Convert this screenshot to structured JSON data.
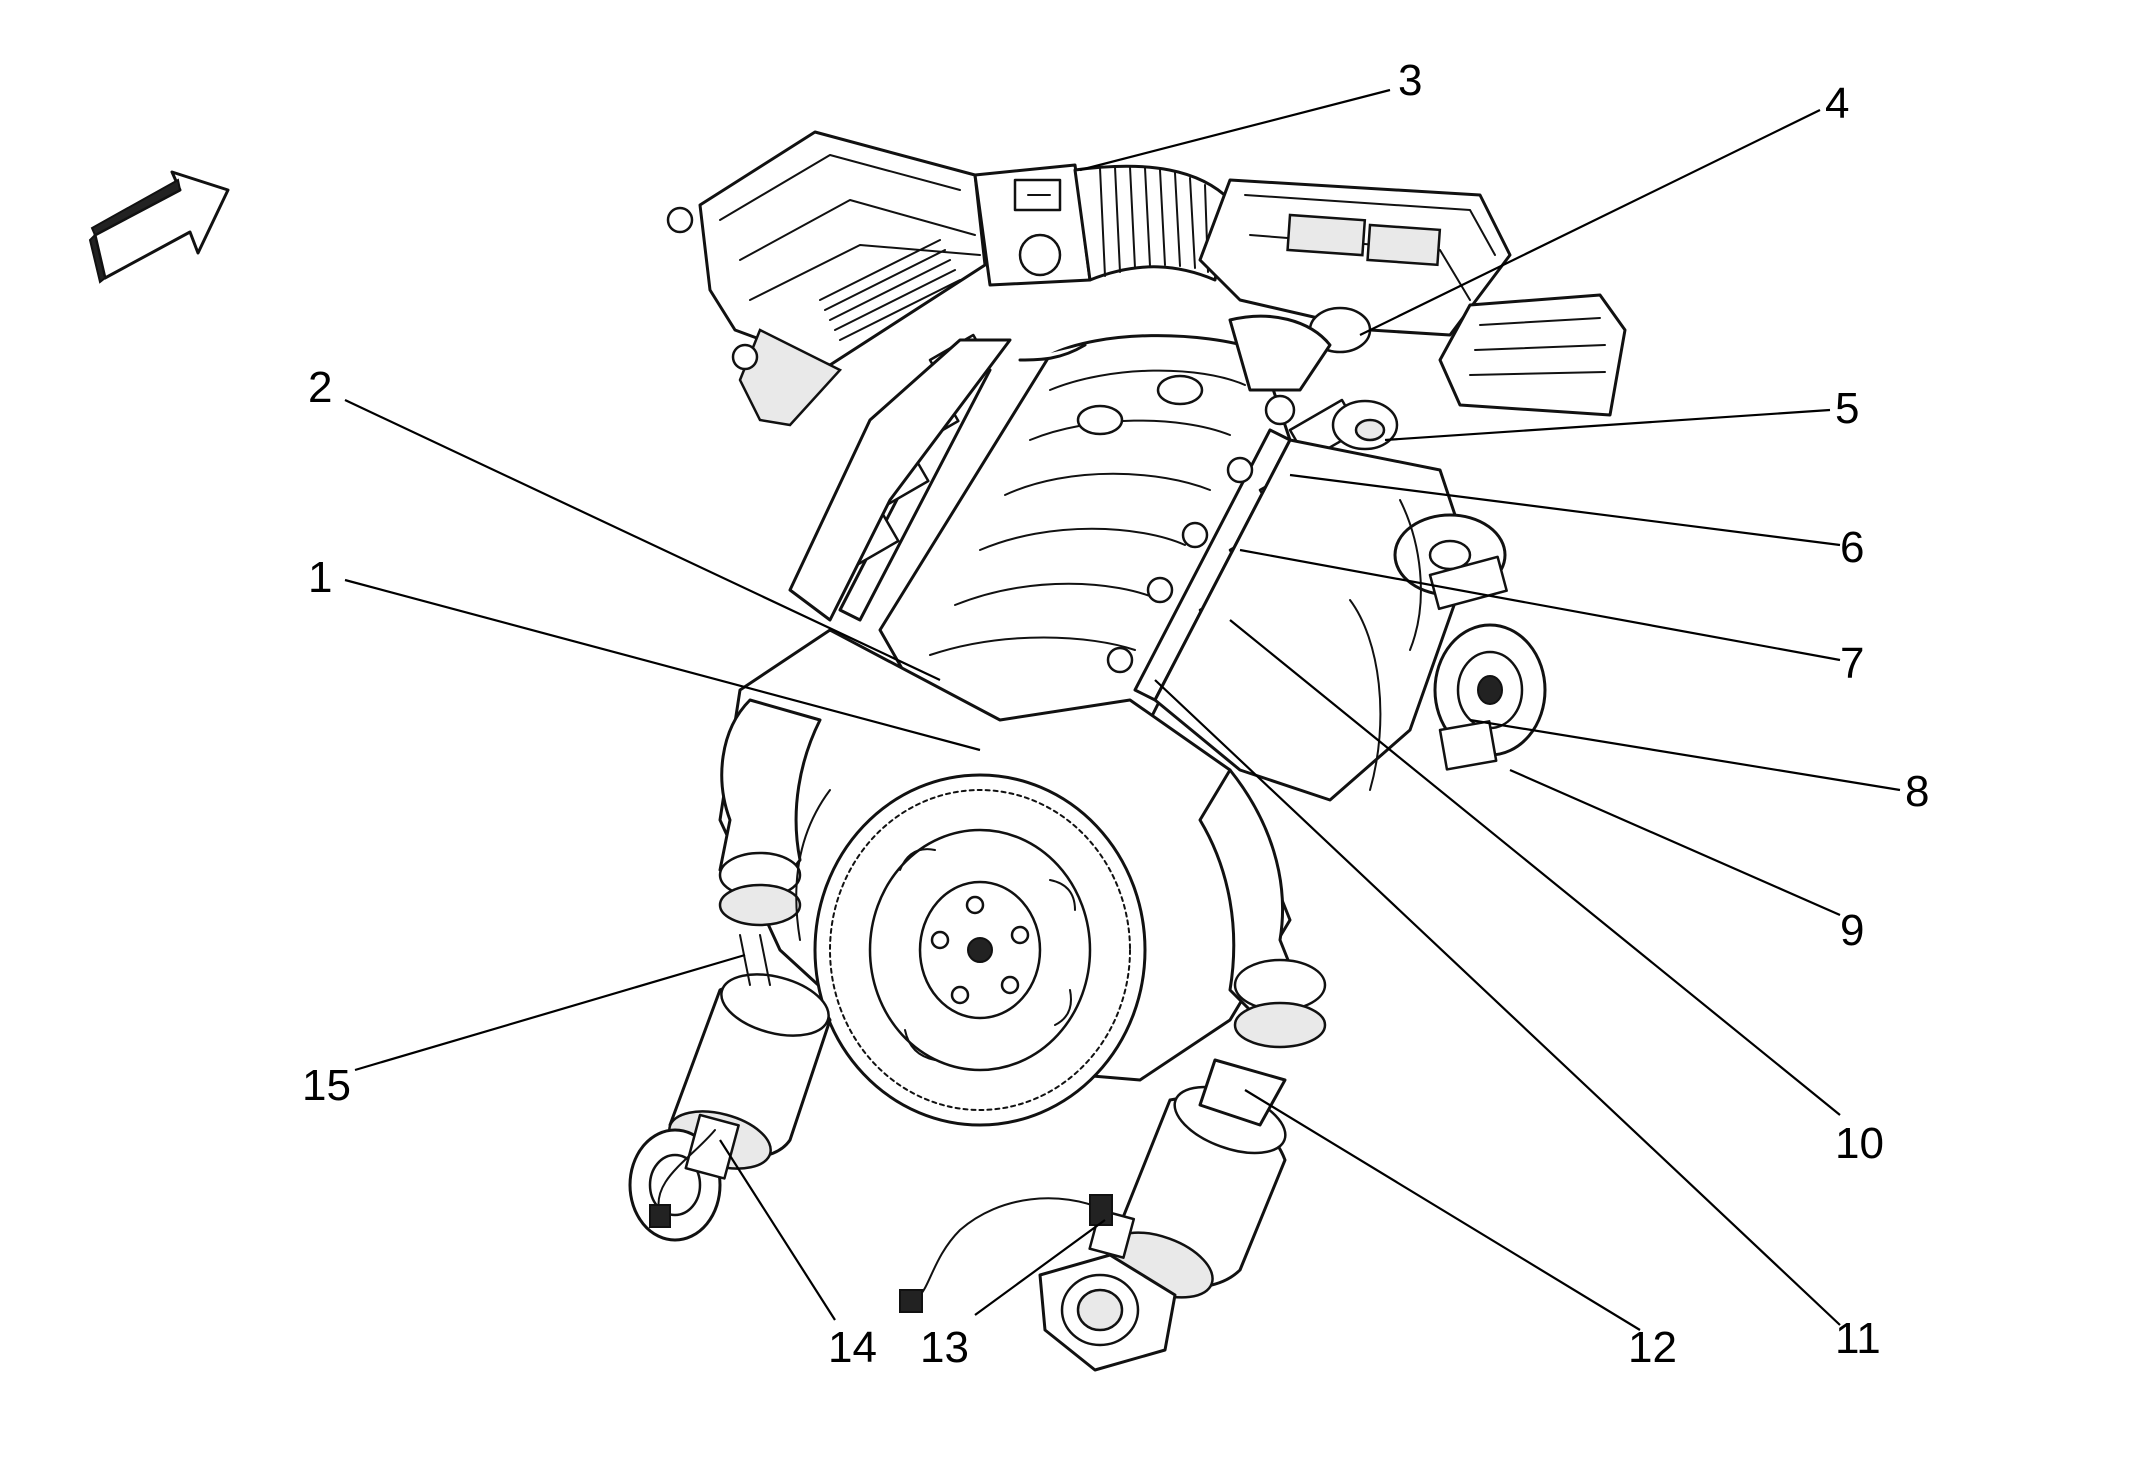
{
  "callouts": [
    {
      "label": "1"
    },
    {
      "label": "2"
    },
    {
      "label": "3"
    },
    {
      "label": "4"
    },
    {
      "label": "5"
    },
    {
      "label": "6"
    },
    {
      "label": "7"
    },
    {
      "label": "8"
    },
    {
      "label": "9"
    },
    {
      "label": "10"
    },
    {
      "label": "11"
    },
    {
      "label": "12"
    },
    {
      "label": "13"
    },
    {
      "label": "14"
    },
    {
      "label": "15"
    }
  ],
  "icons": {
    "direction_arrow": "front-direction-arrow-icon"
  }
}
